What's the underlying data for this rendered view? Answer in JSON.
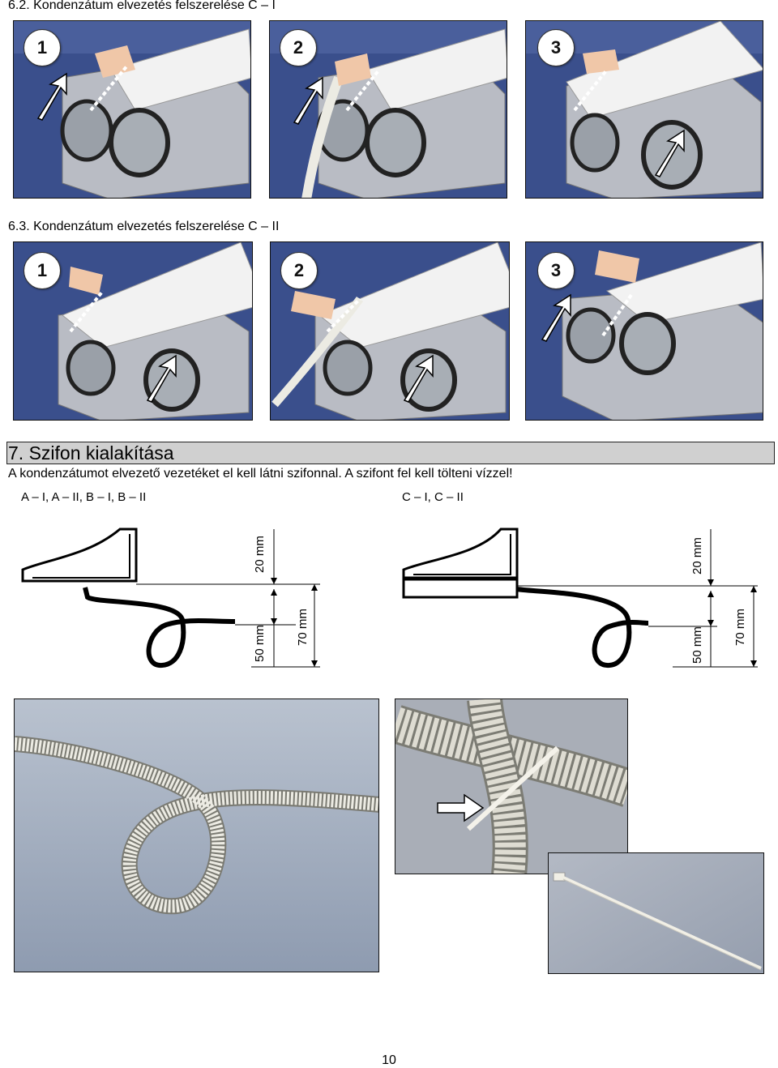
{
  "section_6_2": {
    "title": "6.2. Kondenzátum elvezetés felszerelése C – I"
  },
  "section_6_3": {
    "title": "6.3. Kondenzátum elvezetés felszerelése C – II"
  },
  "steps": [
    "1",
    "2",
    "3"
  ],
  "section_7": {
    "title": "7. Szifon kialakítása",
    "body": "A kondenzátumot elvezető vezetéket el kell látni szifonnal. A szifont fel kell tölteni vízzel!",
    "variant_left": "A – I, A – II, B – I, B – II",
    "variant_right": "C – I, C – II"
  },
  "diagram_left": {
    "dim_top": "20 mm",
    "dim_mid": "50 mm",
    "dim_total": "70 mm"
  },
  "diagram_right": {
    "dim_top": "20 mm",
    "dim_mid": "50 mm",
    "dim_total": "70 mm"
  },
  "page_number": "10",
  "colors": {
    "section_bar": "#d0d0d0",
    "photo_bg": "#3a4f8c",
    "hose": "#e8e6dc"
  }
}
